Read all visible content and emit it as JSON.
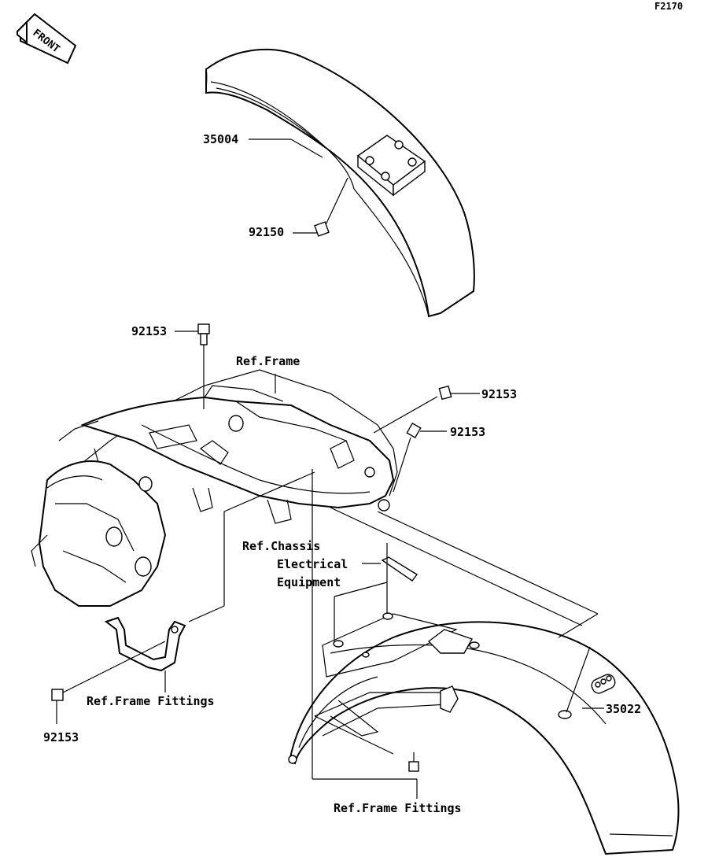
{
  "diagram_code": "F2170",
  "front_badge": "FRONT",
  "callouts": {
    "front_fender": "35004",
    "front_bolt": "92150",
    "bolt_top_left": "92153",
    "bolt_right_upper": "92153",
    "bolt_right_lower": "92153",
    "bolt_bottom_left": "92153",
    "rear_fender": "35022"
  },
  "references": {
    "frame": "Ref.Frame",
    "chassis_line1": "Ref.Chassis",
    "chassis_line2": "Electrical",
    "chassis_line3": "Equipment",
    "frame_fittings_left": "Ref.Frame Fittings",
    "frame_fittings_bottom": "Ref.Frame Fittings"
  }
}
